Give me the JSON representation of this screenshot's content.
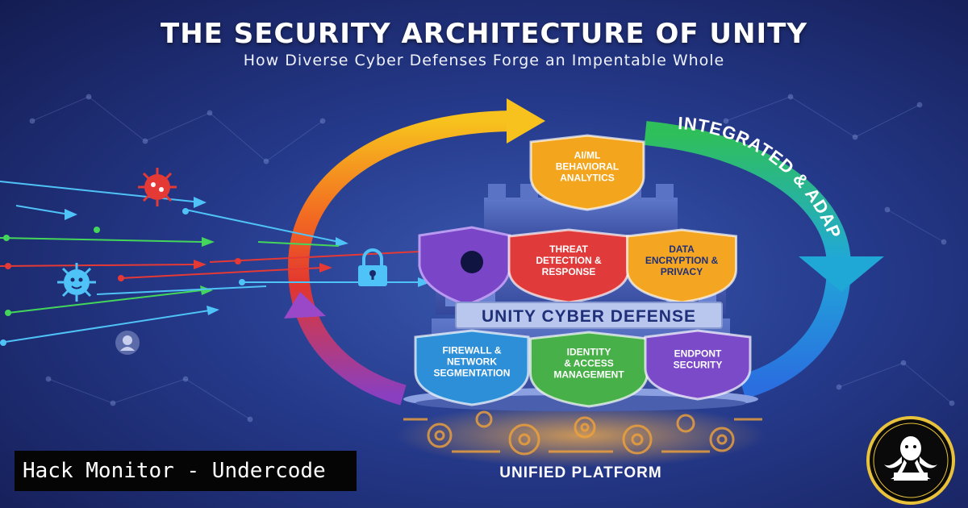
{
  "header": {
    "title": "THE SECURITY ARCHITECTURE OF UNITY",
    "subtitle": "How Diverse Cyber Defenses Forge an Impentable Whole"
  },
  "cycle_label": "INTEGRATED & ADAPTIVE",
  "tower": {
    "banner": "UNITY CYBER DEFENSE",
    "top_shield": {
      "lines": [
        "AI/ML",
        "BEHAVIORAL",
        "ANALYTICS"
      ],
      "color": "#f3a51e"
    },
    "middle_shields": [
      {
        "lines": [
          "THREAT",
          "DETECTION &",
          "RESPONSE"
        ],
        "color": "#e03a3a"
      },
      {
        "lines": [
          "DATA",
          "ENCRYPTION &",
          "PRIVACY"
        ],
        "color": "#f4a623"
      }
    ],
    "bottom_shields": [
      {
        "lines": [
          "FIREWALL &",
          "NETWORK",
          "SEGMENTATION"
        ],
        "color": "#2d8fd8"
      },
      {
        "lines": [
          "IDENTITY",
          "& ACCESS",
          "MANAGEMENT"
        ],
        "color": "#48b048"
      },
      {
        "lines": [
          "ENDPONT",
          "SECURITY"
        ],
        "color": "#7a4ac8"
      }
    ],
    "foundation": "UNIFIED PLATFORM"
  },
  "branding": {
    "label": "Hack Monitor - Undercode"
  },
  "colors": {
    "background": "#25398a",
    "arrow_yellow": "#f7c21d",
    "arrow_red": "#e2362f",
    "arrow_purple": "#8a3fc0",
    "arrow_green": "#2fbf5a",
    "arrow_blue": "#2a8de0",
    "threat_red": "#e53935",
    "threat_cyan": "#4fc3f7",
    "threat_green": "#43d65b"
  }
}
